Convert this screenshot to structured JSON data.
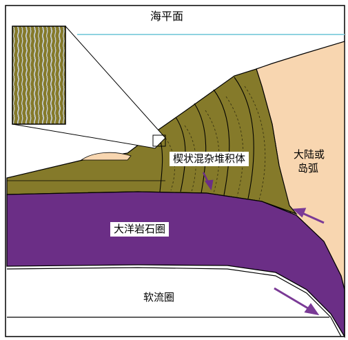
{
  "labels": {
    "sea_level": "海平面",
    "wedge": "楔状混杂堆积体",
    "continent_line1": "大陆或",
    "continent_line2": "岛弧",
    "lithosphere": "大洋岩石圈",
    "asthenosphere": "软流圈"
  },
  "colors": {
    "sea_line": "#8fd3e0",
    "wedge_fill": "#857a2a",
    "continent_fill": "#f8d6b0",
    "lithosphere_fill": "#6b2e86",
    "arrow": "#7a3a96",
    "outline": "#000000"
  }
}
